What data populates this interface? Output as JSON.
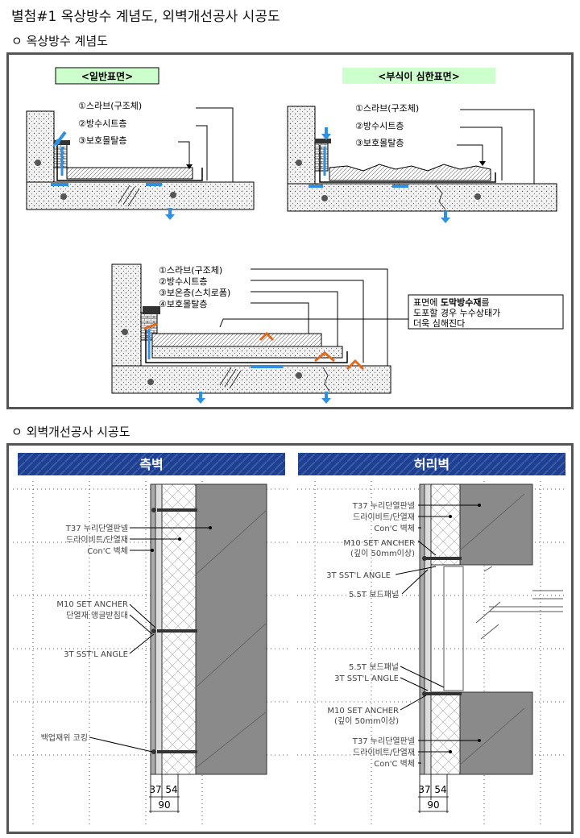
{
  "title": "별첨#1 옥상방수 계념도, 외벽개선공사 시공도",
  "section1": "ㅇ 옥상방수 계념도",
  "section2": "ㅇ 외벽개선공사 시공도",
  "roof": {
    "normal_label": "<일반표면>",
    "damaged_label": "<부식이 심한표면>",
    "normal_layers": [
      "①스라브(구조체)",
      "②방수시트층",
      "③보호몰탈층"
    ],
    "damaged_layers": [
      "①스라브(구조체)",
      "②방수시트층",
      "③보호몰탈층"
    ],
    "combined_layers": [
      "①스라브(구조체)",
      "②방수시트층",
      "③보온층(스치로폼)",
      "④보호몰탈층"
    ],
    "note_line1_a": "표면에 ",
    "note_line1_b": "도막방수재",
    "note_line1_c": "를",
    "note_line2": "도포할 경우 누수상태가",
    "note_line3": "더욱 심해진다"
  },
  "wall": {
    "left_header": "측벽",
    "right_header": "허리벽",
    "left_labels": {
      "panel": "T37 누리단열판넬",
      "dryvit": "드라이비트/단열재",
      "concrete": "Con'C 벽체",
      "anchor": "M10 SET ANCHER",
      "angle_support": "단열재 앵글받침대",
      "angle": "3T SST'L ANGLE",
      "caulking": "백업재위 코킹"
    },
    "right_labels": {
      "panel": "T37 누리단열판넬",
      "dryvit": "드라이비트/단열재",
      "concrete": "Con'C 벽체",
      "anchor": "M10 SET ANCHER",
      "depth": "(깊이 50mm이상)",
      "angle": "3T SST'L ANGLE",
      "board": "5.5T 보드패널"
    },
    "dims": {
      "d1": "37",
      "d2": "54",
      "total": "90"
    }
  },
  "colors": {
    "header_blue": "#1f3f8f",
    "arrow_blue": "#2f8fe0",
    "arrow_orange": "#e06a1a",
    "label_green": "#ccffcc",
    "wall_grey": "#8a8a8a"
  }
}
